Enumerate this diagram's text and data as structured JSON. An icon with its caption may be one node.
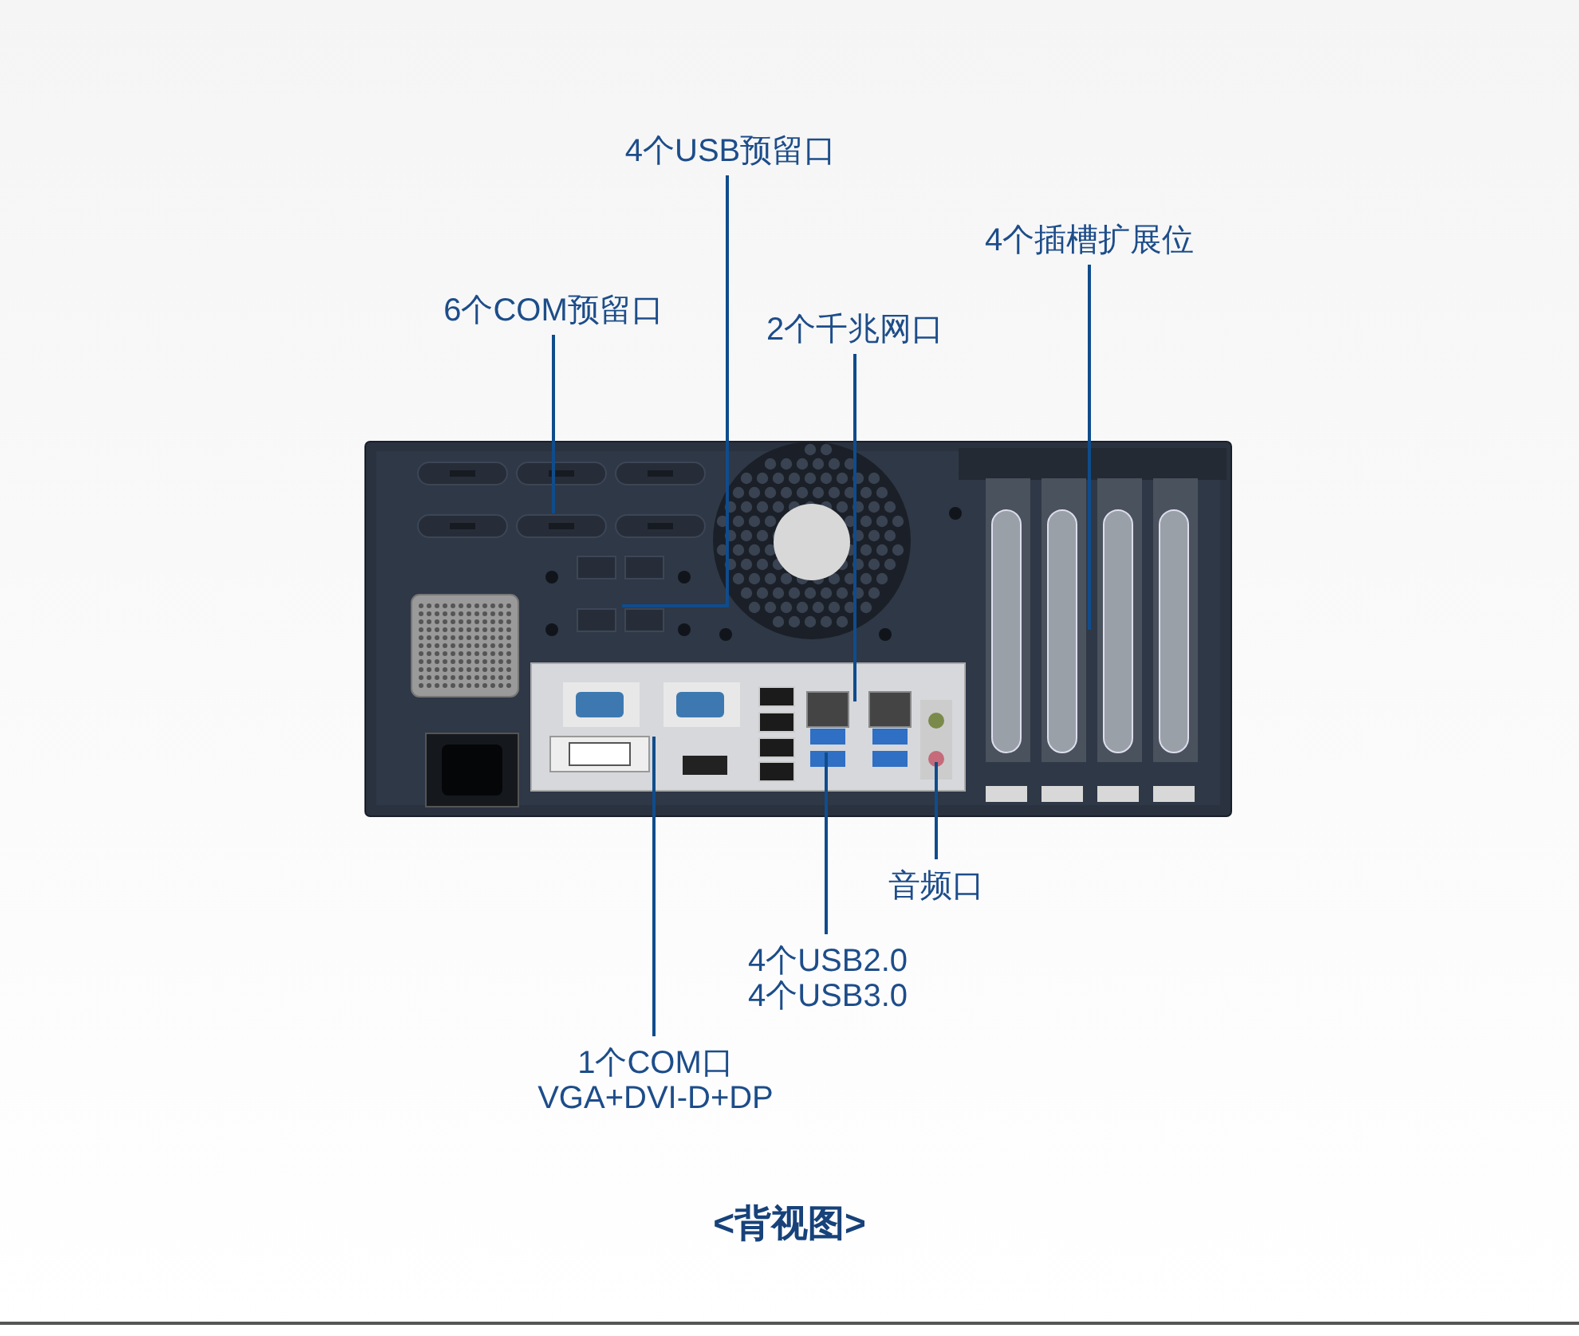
{
  "diagram": {
    "title": "<背视图>",
    "nodes": [
      {
        "text": [
          "4个USB预留口"
        ]
      },
      {
        "text": [
          "6个COM预留口"
        ]
      },
      {
        "text": [
          "2个千兆网口"
        ]
      },
      {
        "text": [
          "4个插槽扩展位"
        ]
      },
      {
        "text": [
          "音频口"
        ]
      },
      {
        "text": [
          "4个USB2.0 4个USB3.0"
        ]
      },
      {
        "text": [
          "1个COM口 VGA+DVI-D+DP"
        ]
      }
    ],
    "edges": [
      {
        "from": 0,
        "to": null,
        "arrow": "none"
      },
      {
        "from": 1,
        "to": null,
        "arrow": "none"
      },
      {
        "from": 2,
        "to": null,
        "arrow": "none"
      },
      {
        "from": 3,
        "to": null,
        "arrow": "none"
      },
      {
        "from": 4,
        "to": null,
        "arrow": "none"
      },
      {
        "from": 5,
        "to": null,
        "arrow": "none"
      },
      {
        "from": 6,
        "to": null,
        "arrow": "none"
      }
    ]
  }
}
